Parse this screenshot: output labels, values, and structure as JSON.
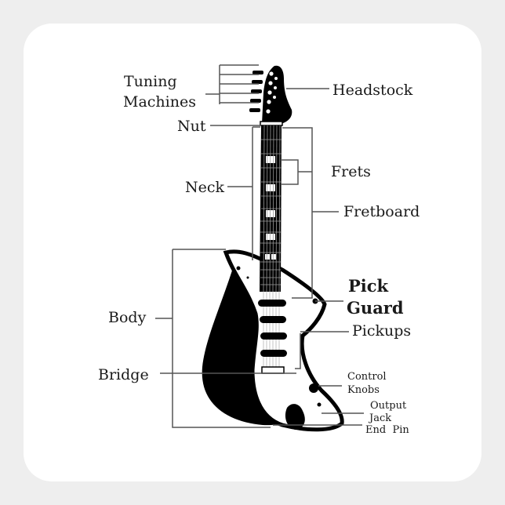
{
  "colors": {
    "background": "#eeeeee",
    "sticker": "#ffffff",
    "ink": "#000000",
    "leader": "#444444"
  },
  "labels": {
    "tuning_line1": "Tuning",
    "tuning_line2": "Machines",
    "headstock": "Headstock",
    "nut": "Nut",
    "frets": "Frets",
    "neck": "Neck",
    "fretboard": "Fretboard",
    "pick_guard_line1": "Pick",
    "pick_guard_line2": "Guard",
    "body": "Body",
    "pickups": "Pickups",
    "bridge": "Bridge",
    "control_knobs_line1": "Control",
    "control_knobs_line2": "Knobs",
    "output_jack_line1": "Output",
    "output_jack_line2": "Jack",
    "end_pin": "End  Pin"
  }
}
